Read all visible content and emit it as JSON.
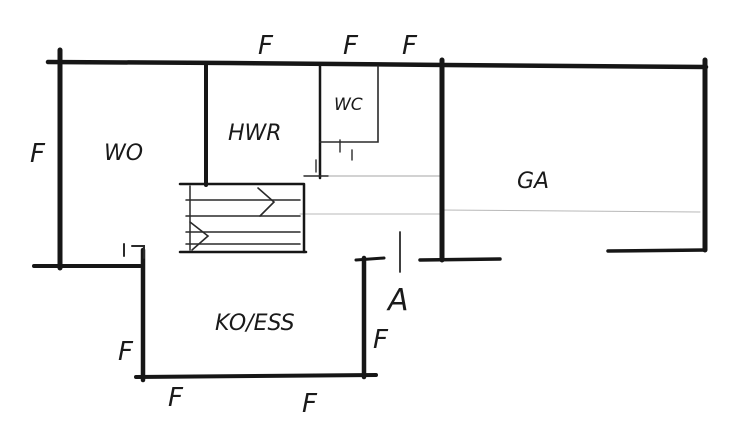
{
  "rooms": {
    "wohnen": "WO",
    "hauswirtschaft": "HWR",
    "wc": "WC",
    "garage": "GA",
    "kochen_essen": "KO/ESS"
  },
  "window_marks": {
    "top_1": "F",
    "top_2": "F",
    "top_3": "F",
    "left": "F",
    "kitchen_left": "F",
    "kitchen_right": "F",
    "bottom_1": "F",
    "bottom_2": "F"
  },
  "entrance": "A",
  "colors": {
    "ink": "#161616",
    "faint": "#b8b8b8",
    "paper": "#ffffff"
  }
}
